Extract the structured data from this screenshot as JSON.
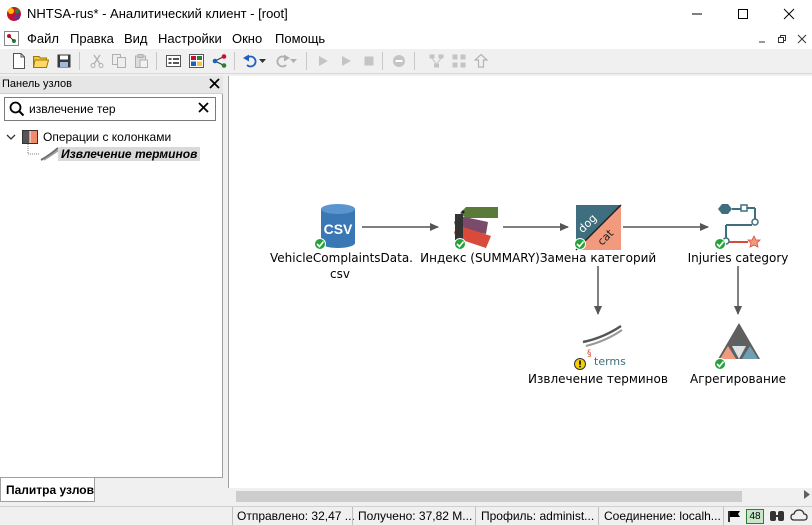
{
  "window": {
    "title": "NHTSA-rus* - Аналитический клиент - [root]"
  },
  "menu": [
    "Файл",
    "Правка",
    "Вид",
    "Настройки",
    "Окно",
    "Помощь"
  ],
  "toolbar": {
    "icons": [
      "new-icon",
      "open-icon",
      "save-icon",
      "cut-icon",
      "copy-icon",
      "paste-icon",
      "properties-icon",
      "palette-icon",
      "share-icon",
      "undo-icon",
      "redo-icon",
      "run-icon",
      "run-step-icon",
      "stop-icon",
      "cancel-icon",
      "layout-icon",
      "grid-icon",
      "promote-icon"
    ]
  },
  "node_panel": {
    "title": "Панель узлов",
    "search_value": "извлечение тер",
    "tree": {
      "group_label": "Операции с колонками",
      "item_label": "Извлечение терминов"
    },
    "tab_label": "Палитра узлов"
  },
  "canvas": {
    "nodes": [
      {
        "id": "csv",
        "label_line1": "VehicleComplaintsData.",
        "label_line2": "csv",
        "icon_text": "CSV",
        "status": "ok"
      },
      {
        "id": "index",
        "label": "Индекс (SUMMARY)",
        "status": "ok"
      },
      {
        "id": "replace",
        "label": "Замена категорий",
        "icon_text_1": "dog",
        "icon_text_2": "cat",
        "status": "ok"
      },
      {
        "id": "injuries",
        "label": "Injuries category",
        "status": "ok"
      },
      {
        "id": "terms",
        "label": "Извлечение терминов",
        "icon_text": "terms",
        "status": "warning"
      },
      {
        "id": "aggregate",
        "label": "Агрегирование",
        "status": "ok"
      }
    ]
  },
  "statusbar": {
    "sent": "Отправлено: 32,47 ...",
    "received": "Получено: 37,82 М...",
    "profile": "Профиль: administ...",
    "connection": "Соединение: localh...",
    "badge": "48"
  },
  "colors": {
    "canvas_bg": "#ffffff",
    "chrome_bg": "#f0f0f0",
    "ok_green": "#22a33a",
    "warning_yellow": "#f5d000"
  }
}
